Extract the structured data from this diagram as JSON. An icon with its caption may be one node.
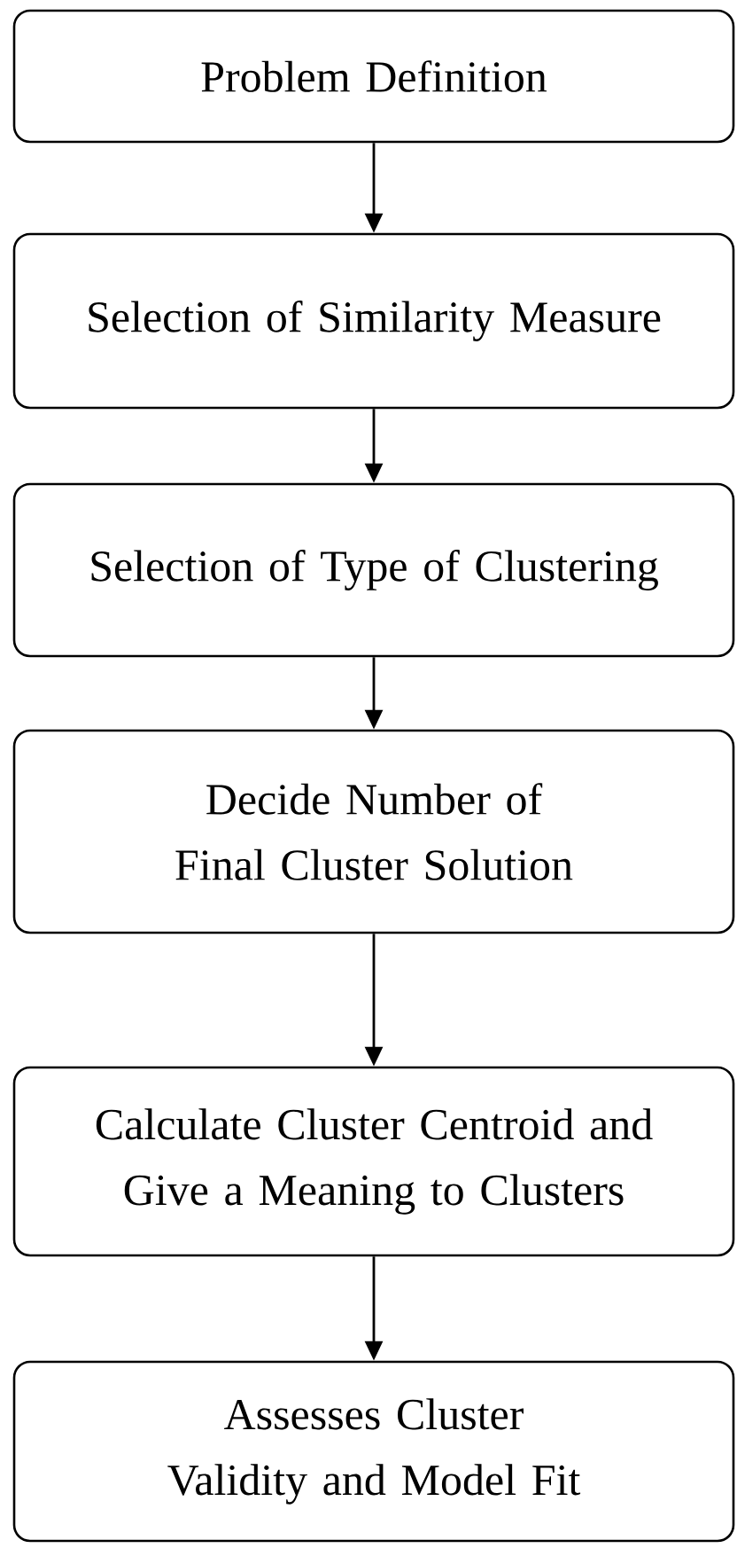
{
  "diagram": {
    "nodes": [
      {
        "text": [
          "Problem Definition"
        ]
      },
      {
        "text": [
          "Selection of Similarity Measure"
        ]
      },
      {
        "text": [
          "Selection of Type of Clustering"
        ]
      },
      {
        "text": [
          "Decide Number of Final Cluster Solution"
        ]
      },
      {
        "text": [
          "Calculate Cluster Centroid and Give a Meaning to Clusters"
        ]
      },
      {
        "text": [
          "Assesses Cluster Validity and Model Fit"
        ]
      }
    ],
    "edges": [
      {
        "from": 0,
        "to": 1,
        "arrow": "to"
      },
      {
        "from": 1,
        "to": 2,
        "arrow": "to"
      },
      {
        "from": 2,
        "to": 3,
        "arrow": "to"
      },
      {
        "from": 3,
        "to": 4,
        "arrow": "to"
      },
      {
        "from": 4,
        "to": 5,
        "arrow": "to"
      }
    ]
  }
}
